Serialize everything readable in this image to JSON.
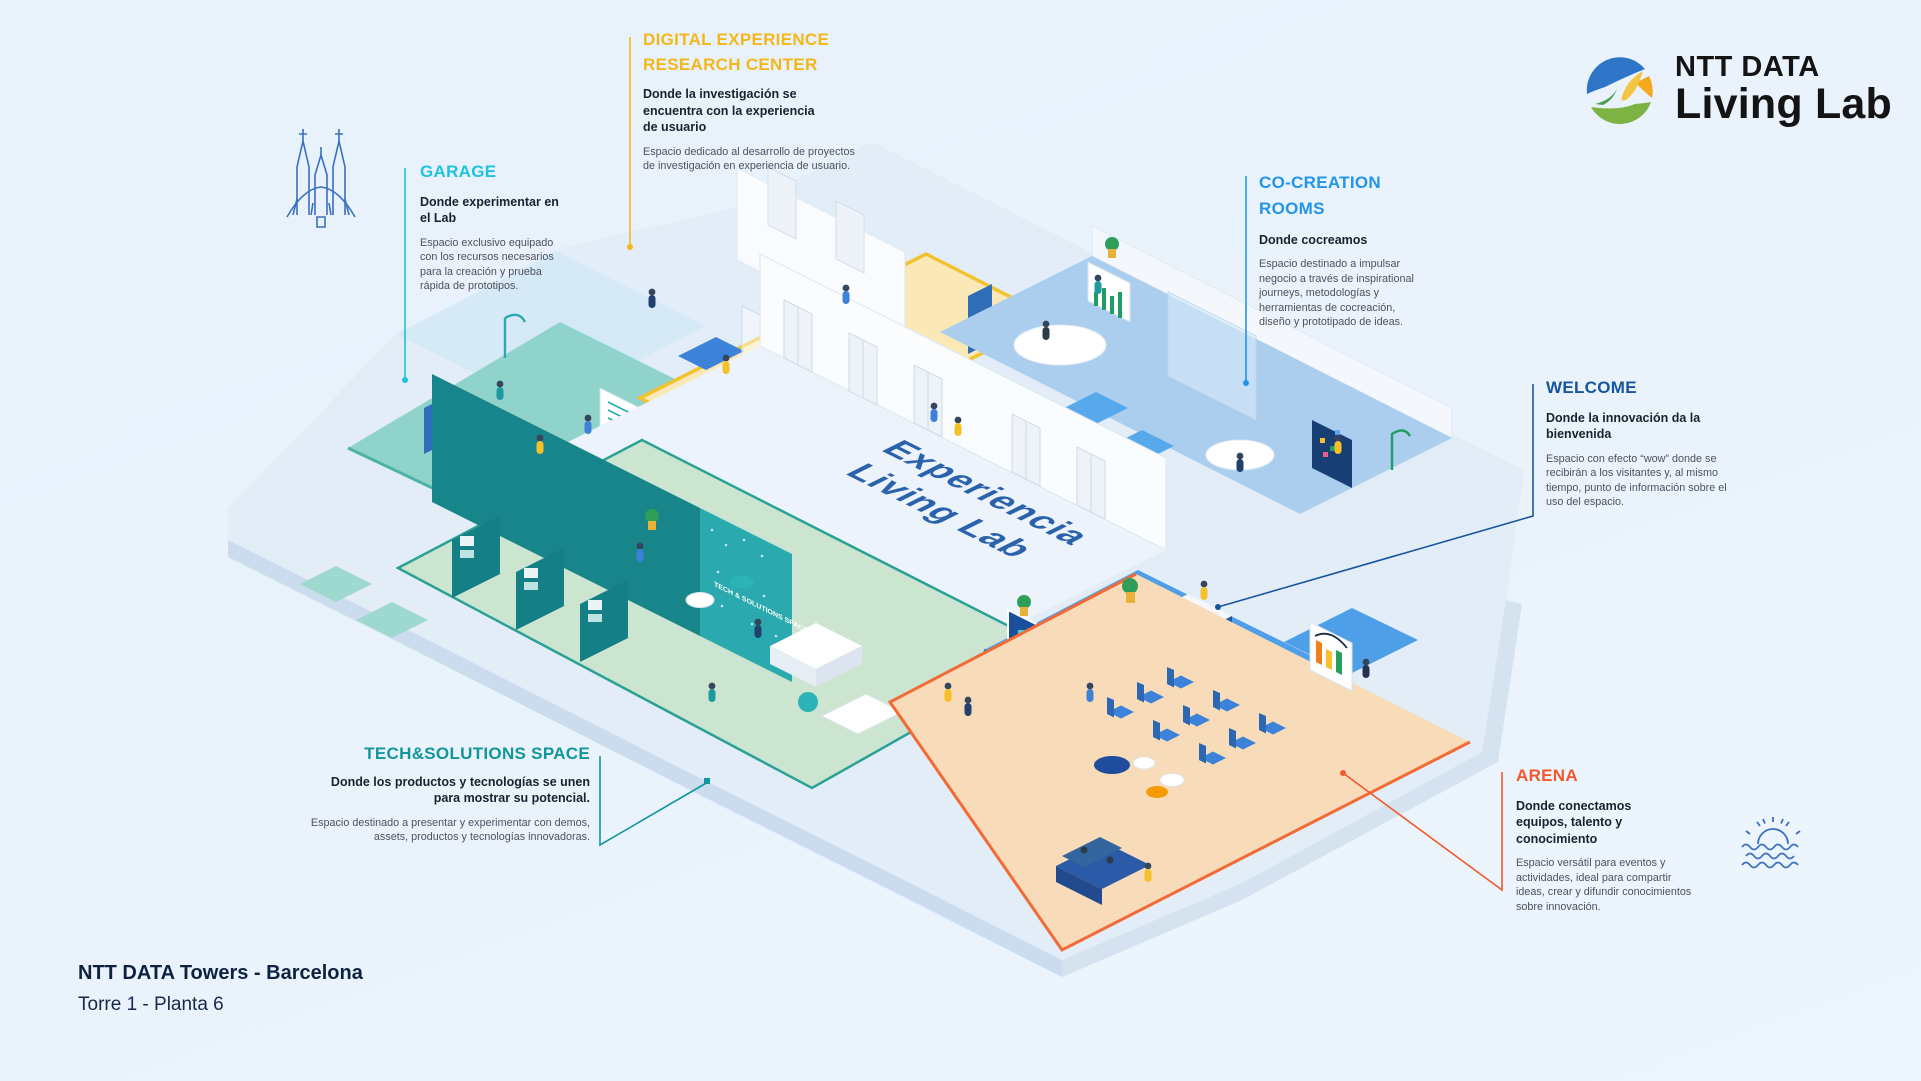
{
  "header": {
    "logo": {
      "brand": "NTT DATA",
      "product": "Living Lab"
    }
  },
  "footer": {
    "building": "NTT DATA Towers - Barcelona",
    "floor": "Torre 1 - Planta 6"
  },
  "floor_label": {
    "line1": "Experiencia",
    "line2": "Living Lab"
  },
  "illustration": {
    "wall_sign": "TECH & SOLUTIONS SPACE"
  },
  "icons": {
    "top_left": "sagrada-familia-landmark-icon",
    "bottom_right": "sun-over-sea-icon",
    "logo_mark": "ntt-data-globe-icon"
  },
  "zones": {
    "garage": {
      "name": "GARAGE",
      "color": "#1FC2E0",
      "tagline": "Donde experimentar en el Lab",
      "description": "Espacio exclusivo equipado con los recursos necesarios para la creación y prueba rápida de prototipos."
    },
    "digital_experience": {
      "name": "DIGITAL EXPERIENCE RESEARCH CENTER",
      "color": "#F3B71B",
      "tagline": "Donde la investigación se encuentra con la experiencia de usuario",
      "description": "Espacio dedicado al desarrollo de proyectos de investigación en experiencia de usuario."
    },
    "cocreation": {
      "name": "CO-CREATION ROOMS",
      "color": "#2395E8",
      "tagline": "Donde cocreamos",
      "description": "Espacio destinado a impulsar negocio a través de inspirational journeys, metodologías y herramientas de cocreación, diseño y prototipado de ideas."
    },
    "welcome": {
      "name": "WELCOME",
      "color": "#15569F",
      "tagline": "Donde la innovación da la bienvenida",
      "description": "Espacio con efecto “wow” donde se recibirán a los visitantes y, al mismo tiempo, punto de información sobre el uso del espacio."
    },
    "tech_solutions": {
      "name": "TECH&SOLUTIONS SPACE",
      "color": "#11969B",
      "tagline": "Donde los productos y tecnologías se unen para mostrar su potencial.",
      "description": "Espacio destinado a presentar y experimentar con demos, assets, productos y tecnologías innovadoras."
    },
    "arena": {
      "name": "ARENA",
      "color": "#F1582B",
      "tagline": "Donde conectamos equipos, talento y conocimiento",
      "description": "Espacio versátil para eventos y actividades, ideal para compartir ideas, crear y difundir conocimientos sobre innovación."
    }
  }
}
